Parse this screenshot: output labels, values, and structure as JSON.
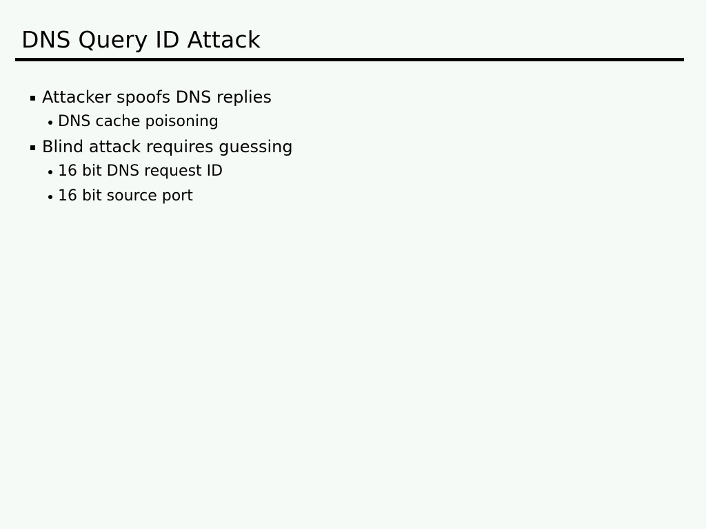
{
  "slide": {
    "title": "DNS Query ID Attack",
    "background_color": "#f5faf6",
    "text_color": "#000000",
    "rule_color": "#000000",
    "bullets": [
      {
        "level": 1,
        "marker": "square-bullet-icon",
        "text": "Attacker spoofs DNS replies"
      },
      {
        "level": 2,
        "marker": "round-bullet-icon",
        "text": "DNS cache poisoning"
      },
      {
        "level": 1,
        "marker": "square-bullet-icon",
        "text": "Blind attack requires guessing"
      },
      {
        "level": 2,
        "marker": "round-bullet-icon",
        "text": "16 bit DNS request ID"
      },
      {
        "level": 2,
        "marker": "round-bullet-icon",
        "text": "16 bit source port"
      }
    ]
  }
}
